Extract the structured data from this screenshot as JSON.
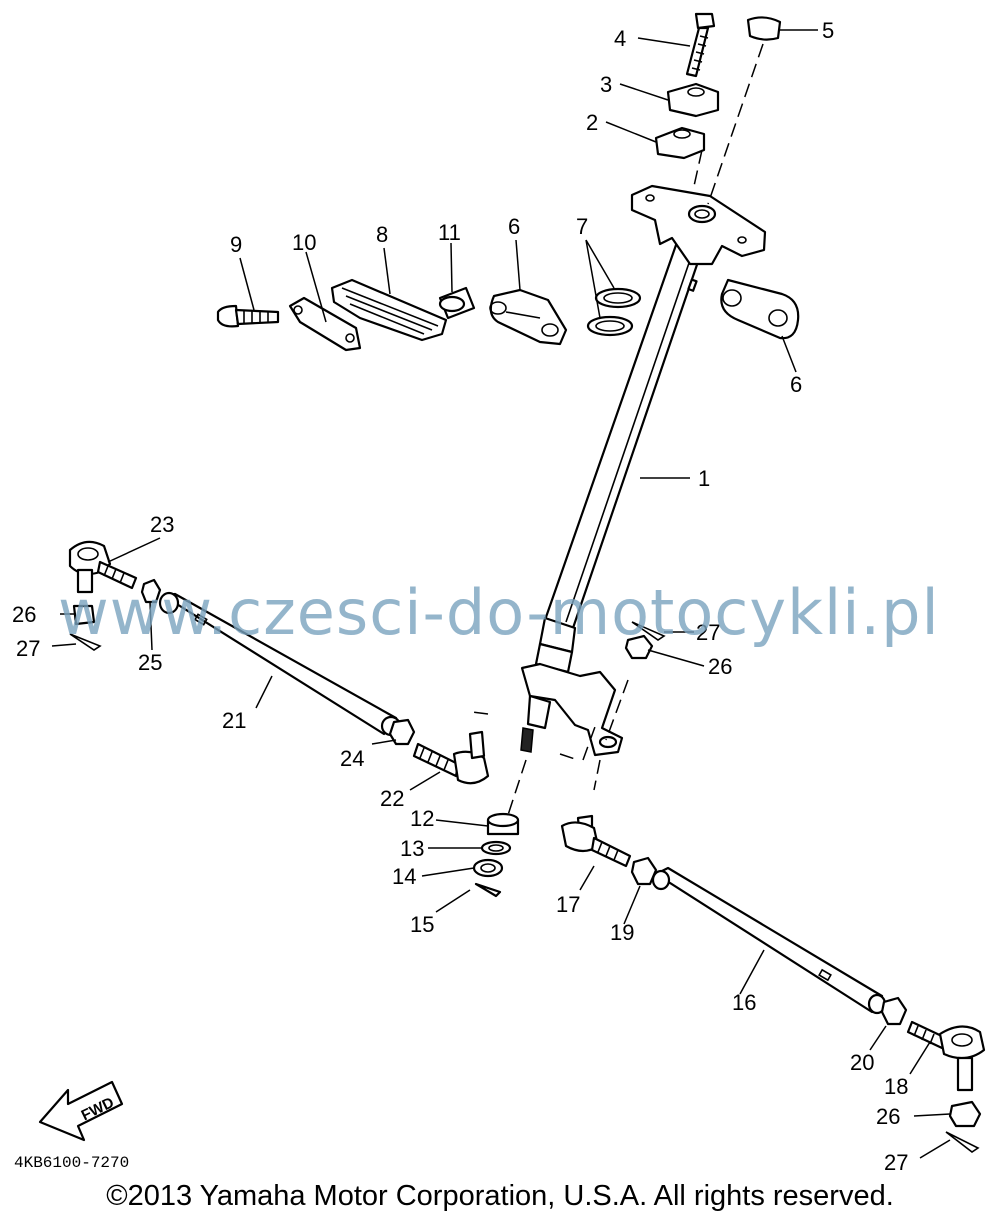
{
  "callouts": {
    "c1": "1",
    "c2": "2",
    "c3": "3",
    "c4": "4",
    "c5": "5",
    "c6a": "6",
    "c6b": "6",
    "c7": "7",
    "c8": "8",
    "c9": "9",
    "c10": "10",
    "c11": "11",
    "c12": "12",
    "c13": "13",
    "c14": "14",
    "c15": "15",
    "c16": "16",
    "c17": "17",
    "c18": "18",
    "c19": "19",
    "c20": "20",
    "c21": "21",
    "c22": "22",
    "c23": "23",
    "c24": "24",
    "c25": "25",
    "c26a": "26",
    "c26b": "26",
    "c26c": "26",
    "c27a": "27",
    "c27b": "27",
    "c27c": "27"
  },
  "fwd_label": "FWD",
  "diagram_code": "4KB6100-7270",
  "watermark": "www.czesci-do-motocykli.pl",
  "copyright": "©2013 Yamaha Motor Corporation, U.S.A. All rights reserved."
}
